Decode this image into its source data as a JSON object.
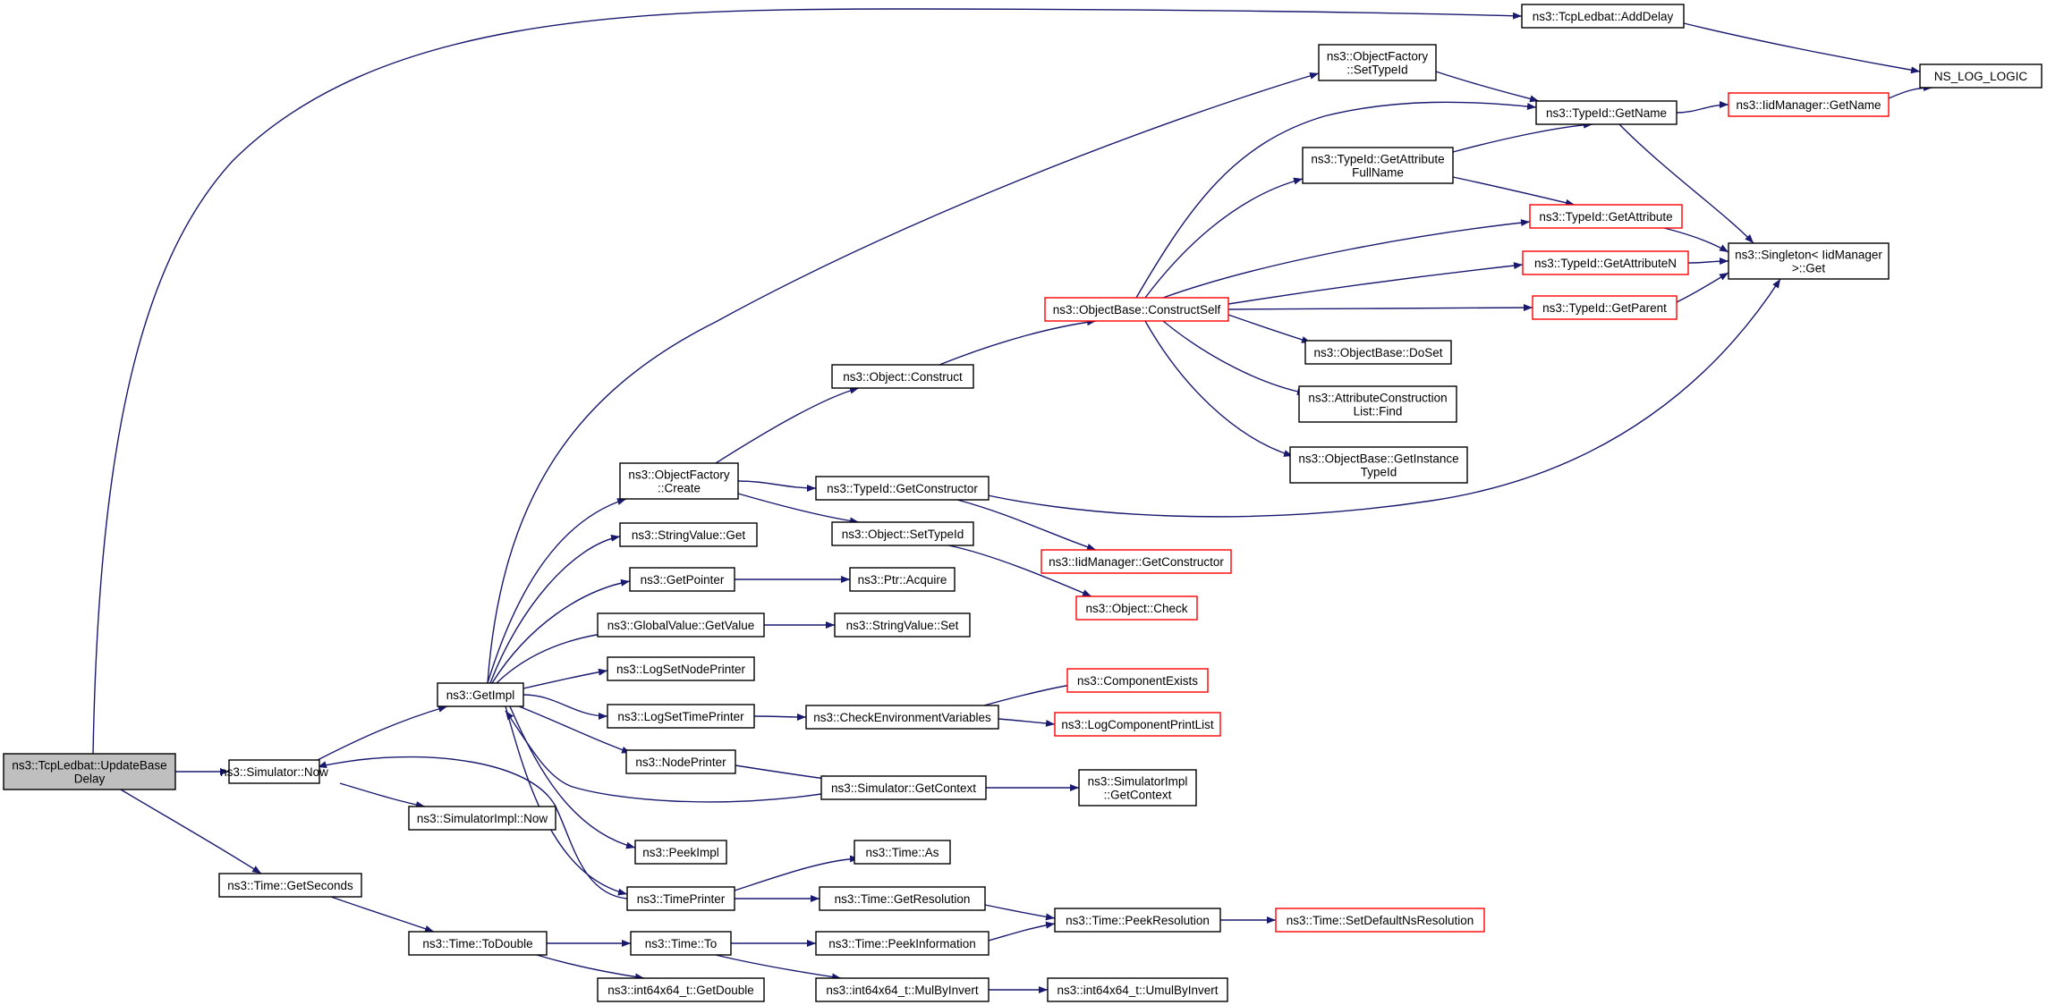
{
  "graph": {
    "nodes": [
      {
        "id": "updatebasedelay",
        "label": [
          "ns3::TcpLedbat::UpdateBase",
          "Delay"
        ],
        "style": "root"
      },
      {
        "id": "adddelay",
        "label": [
          "ns3::TcpLedbat::AddDelay"
        ],
        "style": "normal"
      },
      {
        "id": "nslog",
        "label": [
          "NS_LOG_LOGIC"
        ],
        "style": "normal"
      },
      {
        "id": "simnow",
        "label": [
          "ns3::Simulator::Now"
        ],
        "style": "normal"
      },
      {
        "id": "simimplnow",
        "label": [
          "ns3::SimulatorImpl::Now"
        ],
        "style": "normal"
      },
      {
        "id": "getseconds",
        "label": [
          "ns3::Time::GetSeconds"
        ],
        "style": "normal"
      },
      {
        "id": "todouble",
        "label": [
          "ns3::Time::ToDouble"
        ],
        "style": "normal"
      },
      {
        "id": "getimpl",
        "label": [
          "ns3::GetImpl"
        ],
        "style": "normal"
      },
      {
        "id": "ofcreate",
        "label": [
          "ns3::ObjectFactory",
          "::Create"
        ],
        "style": "normal"
      },
      {
        "id": "svget",
        "label": [
          "ns3::StringValue::Get"
        ],
        "style": "normal"
      },
      {
        "id": "getpointer",
        "label": [
          "ns3::GetPointer"
        ],
        "style": "normal"
      },
      {
        "id": "gvgetvalue",
        "label": [
          "ns3::GlobalValue::GetValue"
        ],
        "style": "normal"
      },
      {
        "id": "lognodeprinter",
        "label": [
          "ns3::LogSetNodePrinter"
        ],
        "style": "normal"
      },
      {
        "id": "logtimeprinter",
        "label": [
          "ns3::LogSetTimePrinter"
        ],
        "style": "normal"
      },
      {
        "id": "nodeprinter",
        "label": [
          "ns3::NodePrinter"
        ],
        "style": "normal"
      },
      {
        "id": "peekimpl",
        "label": [
          "ns3::PeekImpl"
        ],
        "style": "normal"
      },
      {
        "id": "timeprinter",
        "label": [
          "ns3::TimePrinter"
        ],
        "style": "normal"
      },
      {
        "id": "timeto",
        "label": [
          "ns3::Time::To"
        ],
        "style": "normal"
      },
      {
        "id": "getdouble",
        "label": [
          "ns3::int64x64_t::GetDouble"
        ],
        "style": "normal"
      },
      {
        "id": "objconstruct",
        "label": [
          "ns3::Object::Construct"
        ],
        "style": "normal"
      },
      {
        "id": "getconstructor",
        "label": [
          "ns3::TypeId::GetConstructor"
        ],
        "style": "normal"
      },
      {
        "id": "objsettypeid",
        "label": [
          "ns3::Object::SetTypeId"
        ],
        "style": "normal"
      },
      {
        "id": "ptracquire",
        "label": [
          "ns3::Ptr::Acquire"
        ],
        "style": "normal"
      },
      {
        "id": "svset",
        "label": [
          "ns3::StringValue::Set"
        ],
        "style": "normal"
      },
      {
        "id": "checkenv",
        "label": [
          "ns3::CheckEnvironmentVariables"
        ],
        "style": "normal"
      },
      {
        "id": "simgetcontext",
        "label": [
          "ns3::Simulator::GetContext"
        ],
        "style": "normal"
      },
      {
        "id": "timeas",
        "label": [
          "ns3::Time::As"
        ],
        "style": "normal"
      },
      {
        "id": "getresolution",
        "label": [
          "ns3::Time::GetResolution"
        ],
        "style": "normal"
      },
      {
        "id": "peekinformation",
        "label": [
          "ns3::Time::PeekInformation"
        ],
        "style": "normal"
      },
      {
        "id": "mulbyinvert",
        "label": [
          "ns3::int64x64_t::MulByInvert"
        ],
        "style": "normal"
      },
      {
        "id": "ofsettypeid",
        "label": [
          "ns3::ObjectFactory",
          "::SetTypeId"
        ],
        "style": "normal"
      },
      {
        "id": "constructself",
        "label": [
          "ns3::ObjectBase::ConstructSelf"
        ],
        "style": "red"
      },
      {
        "id": "iidgetconstructor",
        "label": [
          "ns3::IidManager::GetConstructor"
        ],
        "style": "red"
      },
      {
        "id": "objcheck",
        "label": [
          "ns3::Object::Check"
        ],
        "style": "red"
      },
      {
        "id": "componentexists",
        "label": [
          "ns3::ComponentExists"
        ],
        "style": "red"
      },
      {
        "id": "logcomponentprintlist",
        "label": [
          "ns3::LogComponentPrintList"
        ],
        "style": "red"
      },
      {
        "id": "simimplgetcontext",
        "label": [
          "ns3::SimulatorImpl",
          "::GetContext"
        ],
        "style": "normal"
      },
      {
        "id": "peekresolution",
        "label": [
          "ns3::Time::PeekResolution"
        ],
        "style": "normal"
      },
      {
        "id": "umulbyinvert",
        "label": [
          "ns3::int64x64_t::UmulByInvert"
        ],
        "style": "normal"
      },
      {
        "id": "getattrfullname",
        "label": [
          "ns3::TypeId::GetAttribute",
          "FullName"
        ],
        "style": "normal"
      },
      {
        "id": "obdoset",
        "label": [
          "ns3::ObjectBase::DoSet"
        ],
        "style": "normal"
      },
      {
        "id": "aclfind",
        "label": [
          "ns3::AttributeConstruction",
          "List::Find"
        ],
        "style": "normal"
      },
      {
        "id": "obgetinstancetypeid",
        "label": [
          "ns3::ObjectBase::GetInstance",
          "TypeId"
        ],
        "style": "normal"
      },
      {
        "id": "typeidgetname",
        "label": [
          "ns3::TypeId::GetName"
        ],
        "style": "normal"
      },
      {
        "id": "typeidgetattribute",
        "label": [
          "ns3::TypeId::GetAttribute"
        ],
        "style": "red"
      },
      {
        "id": "typeidgetattributen",
        "label": [
          "ns3::TypeId::GetAttributeN"
        ],
        "style": "red"
      },
      {
        "id": "typeidgetparent",
        "label": [
          "ns3::TypeId::GetParent"
        ],
        "style": "red"
      },
      {
        "id": "setdefaultns",
        "label": [
          "ns3::Time::SetDefaultNsResolution"
        ],
        "style": "red"
      },
      {
        "id": "iidgetname",
        "label": [
          "ns3::IidManager::GetName"
        ],
        "style": "red"
      },
      {
        "id": "singletonget",
        "label": [
          "ns3::Singleton< IidManager",
          ">::Get"
        ],
        "style": "normal"
      }
    ]
  }
}
